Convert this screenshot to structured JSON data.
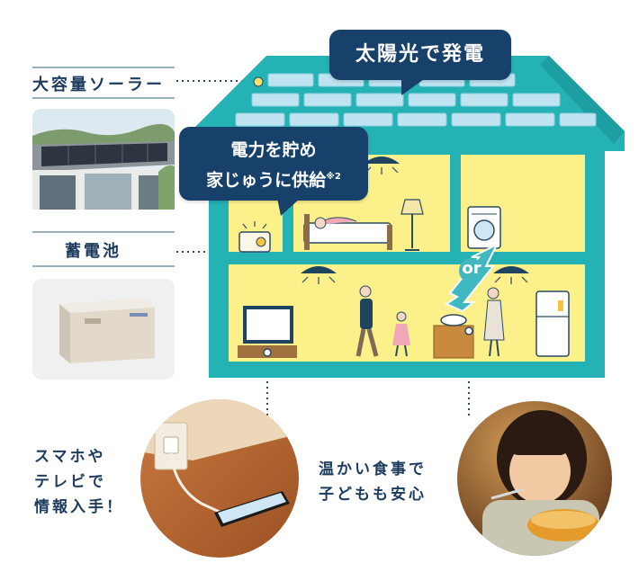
{
  "labels": {
    "solar": "大容量ソーラー",
    "battery": "蓄電池"
  },
  "bubbles": {
    "solar_power": "太陽光で発電",
    "store_line1": "電力を貯め",
    "store_line2": "家じゅうに供給",
    "store_note": "※2"
  },
  "house": {
    "or_badge": "or"
  },
  "captions": {
    "phone_line1": "スマホや",
    "phone_line2": "テレビで",
    "phone_line3": "情報入手！",
    "food_line1": "温かい食事で",
    "food_line2": "子どもも安心"
  },
  "colors": {
    "house_teal": "#24b2b5",
    "room_yellow": "#fbf08a",
    "panel_blue": "#bfe3f0",
    "bubble_navy": "#17406b",
    "arrow_teal": "#3fb8bf"
  }
}
